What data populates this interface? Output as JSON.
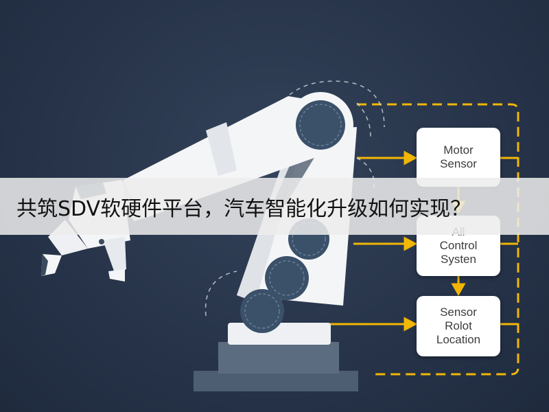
{
  "boxes": {
    "motor": "Motor\nSensor",
    "control": "All\nControl\nSysten",
    "location": "Sensor\nRolot\nLocation"
  },
  "headline": "共筑SDV软硬件平台，汽车智能化升级如何实现？",
  "colors": {
    "background": "#27344a",
    "accent_yellow": "#f2b705",
    "robot_white": "#f4f5f7",
    "joint_blue": "#3b5069",
    "base_slate": "#5b6b80"
  },
  "icons": [
    "robot-arm-illustration",
    "gripper-icon"
  ]
}
